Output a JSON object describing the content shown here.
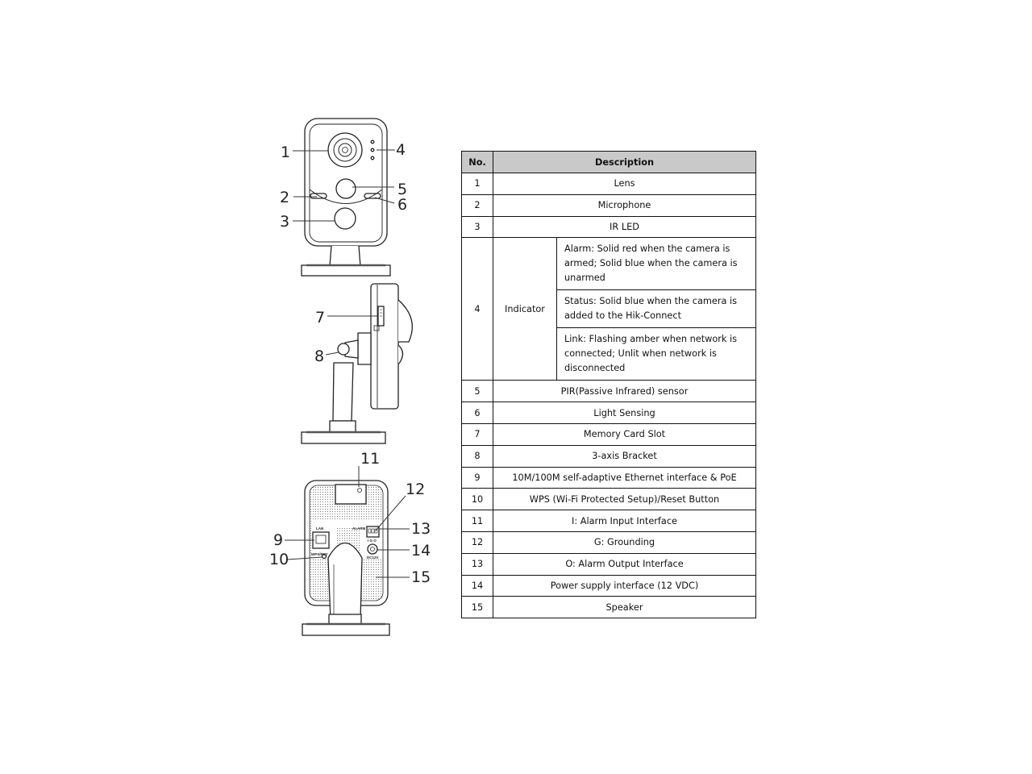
{
  "callouts": [
    "1",
    "2",
    "3",
    "4",
    "5",
    "6",
    "7",
    "8",
    "9",
    "10",
    "11",
    "12",
    "13",
    "14",
    "15"
  ],
  "panel_labels": {
    "lan": "LAN",
    "wps": "WPS/RST",
    "alarm": "ALARM",
    "terminals": "I G O",
    "dc": "DC12V"
  },
  "table": {
    "header": {
      "no": "No.",
      "description": "Description"
    },
    "rows": [
      {
        "no": "1",
        "description": "Lens"
      },
      {
        "no": "2",
        "description": "Microphone"
      },
      {
        "no": "3",
        "description": "IR LED"
      },
      {
        "no": "4",
        "description": "Indicator",
        "details": [
          "Alarm: Solid red when the camera is armed; Solid blue when the camera is unarmed",
          "Status: Solid blue when the camera is added to the Hik-Connect",
          "Link: Flashing amber when network is connected; Unlit when network is disconnected"
        ]
      },
      {
        "no": "5",
        "description": "PIR(Passive Infrared) sensor"
      },
      {
        "no": "6",
        "description": "Light Sensing"
      },
      {
        "no": "7",
        "description": "Memory Card Slot"
      },
      {
        "no": "8",
        "description": "3-axis Bracket"
      },
      {
        "no": "9",
        "description": "10M/100M self-adaptive Ethernet interface & PoE"
      },
      {
        "no": "10",
        "description": "WPS (Wi-Fi Protected Setup)/Reset Button"
      },
      {
        "no": "11",
        "description": "I: Alarm Input Interface"
      },
      {
        "no": "12",
        "description": "G: Grounding"
      },
      {
        "no": "13",
        "description": "O: Alarm Output Interface"
      },
      {
        "no": "14",
        "description": "Power supply interface (12 VDC)"
      },
      {
        "no": "15",
        "description": "Speaker"
      }
    ]
  }
}
